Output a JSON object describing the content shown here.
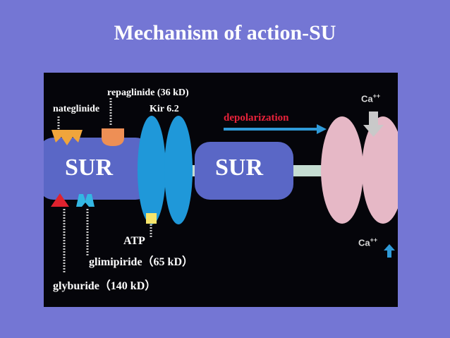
{
  "slide": {
    "title": "Mechanism of action-SU"
  },
  "labels": {
    "repaglinide": "repaglinide (36 kD)",
    "nateglinide": "nateglinide",
    "kir": "Kir 6.2",
    "depolarization": "depolarization",
    "sur_left": "SUR",
    "sur_right": "SUR",
    "atp": "ATP",
    "glimepiride": "glimipiride（65 kD）",
    "glyburide": "glyburide（140 kD）",
    "ca_top": "Ca",
    "ca_top_charge": "++",
    "ca_bottom": "Ca",
    "ca_bottom_charge": "++"
  },
  "colors": {
    "background": "#7476d4",
    "panel": "#05050a",
    "sur": "#5a67c6",
    "kir": "#1f98d9",
    "membrane": "#c5ddd2",
    "calcium_channel": "#e6b8c6",
    "nateglinide_site": "#f0a53b",
    "repaglinide_site": "#ee8f55",
    "glyburide_site": "#e0222e",
    "glimepiride_site": "#33b7e3",
    "atp_site": "#f6e56b",
    "depolarization": "#e8223a",
    "arrow": "#2f9ad8"
  }
}
